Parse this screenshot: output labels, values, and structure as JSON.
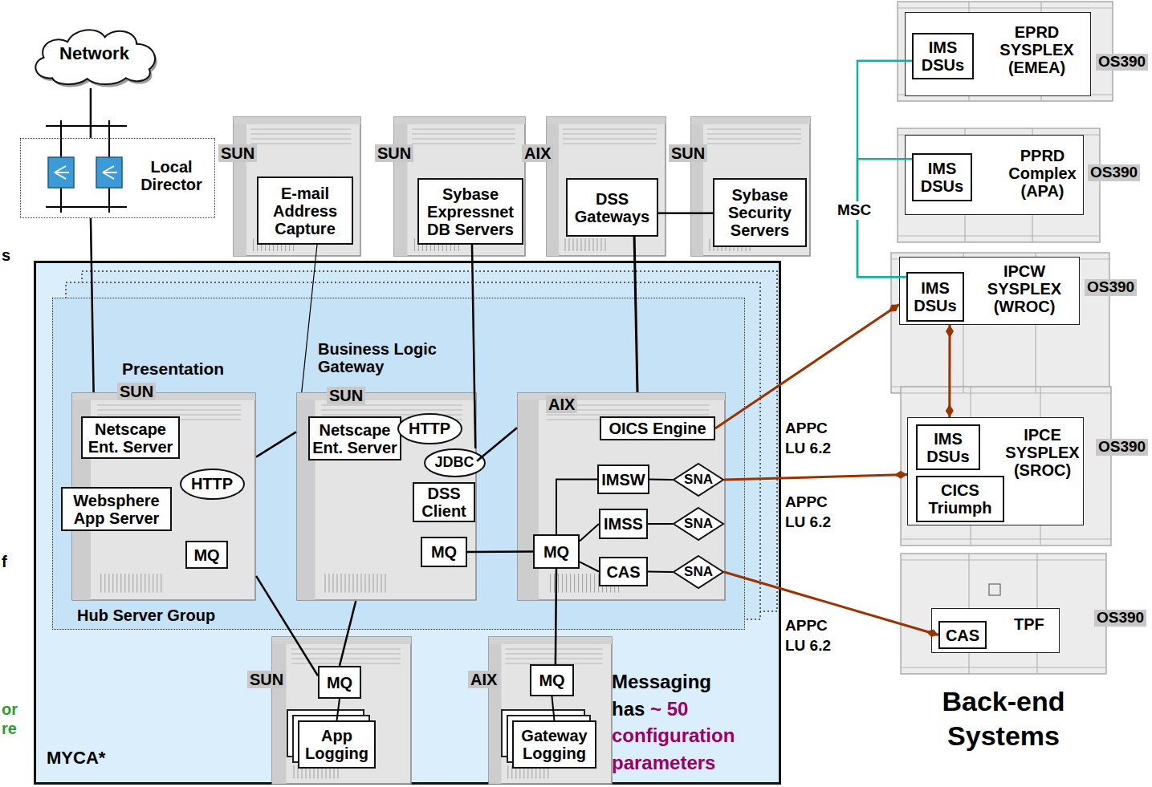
{
  "diagram": {
    "nodes": [
      {
        "text": [
          "Network"
        ]
      },
      {
        "text": [
          "Local Director"
        ]
      },
      {
        "text": [
          "SUN"
        ]
      },
      {
        "text": [
          "E-mail Address Capture"
        ],
        "in": 2
      },
      {
        "text": [
          "SUN"
        ]
      },
      {
        "text": [
          "Sybase Expressnet DB Servers"
        ],
        "in": 4
      },
      {
        "text": [
          "AIX"
        ]
      },
      {
        "text": [
          "DSS Gateways"
        ],
        "in": 6
      },
      {
        "text": [
          "SUN"
        ]
      },
      {
        "text": [
          "Sybase Security Servers"
        ],
        "in": 8
      },
      {
        "text": [
          "MYCA*"
        ]
      },
      {
        "text": [
          "Hub Server Group"
        ],
        "in": 10
      },
      {
        "text": [
          "Presentation",
          "SUN"
        ],
        "in": 11
      },
      {
        "text": [
          "Netscape Ent. Server"
        ],
        "in": 12
      },
      {
        "text": [
          "HTTP"
        ],
        "in": 12
      },
      {
        "text": [
          "Websphere App Server"
        ],
        "in": 12
      },
      {
        "text": [
          "MQ"
        ],
        "in": 12
      },
      {
        "text": [
          "Business Logic Gateway",
          "SUN"
        ],
        "in": 11
      },
      {
        "text": [
          "Netscape Ent. Server"
        ],
        "in": 17
      },
      {
        "text": [
          "HTTP"
        ],
        "in": 17
      },
      {
        "text": [
          "JDBC"
        ],
        "in": 17
      },
      {
        "text": [
          "DSS Client"
        ],
        "in": 17
      },
      {
        "text": [
          "MQ"
        ],
        "in": 17
      },
      {
        "text": [
          "AIX"
        ],
        "in": 11
      },
      {
        "text": [
          "OICS Engine"
        ],
        "in": 23
      },
      {
        "text": [
          "IMSW"
        ],
        "in": 23
      },
      {
        "text": [
          "SNA"
        ],
        "in": 23
      },
      {
        "text": [
          "IMSS"
        ],
        "in": 23
      },
      {
        "text": [
          "SNA"
        ],
        "in": 23
      },
      {
        "text": [
          "MQ"
        ],
        "in": 23
      },
      {
        "text": [
          "CAS"
        ],
        "in": 23
      },
      {
        "text": [
          "SNA"
        ],
        "in": 23
      },
      {
        "text": [
          "SUN"
        ],
        "in": 10
      },
      {
        "text": [
          "MQ"
        ],
        "in": 32
      },
      {
        "text": [
          "App Logging"
        ],
        "in": 32
      },
      {
        "text": [
          "AIX"
        ],
        "in": 10
      },
      {
        "text": [
          "MQ"
        ],
        "in": 35
      },
      {
        "text": [
          "Gateway Logging"
        ],
        "in": 35
      },
      {
        "text": [
          "EPRD SYSPLEX (EMEA)",
          "OS390"
        ]
      },
      {
        "text": [
          "IMS DSUs"
        ],
        "in": 38
      },
      {
        "text": [
          "PPRD Complex (APA)",
          "OS390"
        ]
      },
      {
        "text": [
          "IMS DSUs"
        ],
        "in": 40
      },
      {
        "text": [
          "IPCW SYSPLEX (WROC)",
          "OS390"
        ]
      },
      {
        "text": [
          "IMS DSUs"
        ],
        "in": 42
      },
      {
        "text": [
          "IPCE SYSPLEX (SROC)",
          "OS390"
        ]
      },
      {
        "text": [
          "IMS DSUs"
        ],
        "in": 44
      },
      {
        "text": [
          "CICS Triumph"
        ],
        "in": 44
      },
      {
        "text": [
          "TPF",
          "OS390"
        ]
      },
      {
        "text": [
          "CAS"
        ],
        "in": 47
      }
    ],
    "edges": [
      {
        "from": 0,
        "to": 1,
        "arrow": "none"
      },
      {
        "from": 1,
        "to": 12,
        "arrow": "none"
      },
      {
        "from": 3,
        "to": 17,
        "arrow": "none"
      },
      {
        "from": 5,
        "to": 20,
        "arrow": "none"
      },
      {
        "from": 7,
        "to": 9,
        "arrow": "none"
      },
      {
        "from": 7,
        "to": 23,
        "arrow": "none"
      },
      {
        "from": 12,
        "to": 17,
        "arrow": "none"
      },
      {
        "from": 17,
        "to": 23,
        "arrow": "none"
      },
      {
        "from": 22,
        "to": 29,
        "arrow": "none"
      },
      {
        "from": 29,
        "to": 25,
        "arrow": "none"
      },
      {
        "from": 29,
        "to": 27,
        "arrow": "none"
      },
      {
        "from": 29,
        "to": 30,
        "arrow": "none"
      },
      {
        "from": 25,
        "to": 26,
        "arrow": "none"
      },
      {
        "from": 27,
        "to": 28,
        "arrow": "none"
      },
      {
        "from": 30,
        "to": 31,
        "arrow": "none"
      },
      {
        "from": 12,
        "to": 33,
        "arrow": "none"
      },
      {
        "from": 17,
        "to": 33,
        "arrow": "none"
      },
      {
        "from": 33,
        "to": 34,
        "arrow": "none"
      },
      {
        "from": 29,
        "to": 36,
        "arrow": "none"
      },
      {
        "from": 36,
        "to": 37,
        "arrow": "none"
      },
      {
        "from": 24,
        "to": 42,
        "arrow": "to"
      },
      {
        "from": 42,
        "to": 44,
        "arrow": "both"
      },
      {
        "from": 26,
        "to": 44,
        "arrow": "to"
      },
      {
        "from": 31,
        "to": 48,
        "arrow": "to"
      },
      {
        "from": 39,
        "to": 43,
        "arrow": "none"
      },
      {
        "from": 41,
        "to": 43,
        "arrow": "none"
      }
    ],
    "labels": [
      "s",
      "f",
      "or",
      "re",
      "MSC",
      "APPC LU 6.2",
      "APPC LU 6.2",
      "APPC LU 6.2",
      "Messaging has",
      "~ 50 configuration parameters",
      "Back-end Systems"
    ]
  }
}
